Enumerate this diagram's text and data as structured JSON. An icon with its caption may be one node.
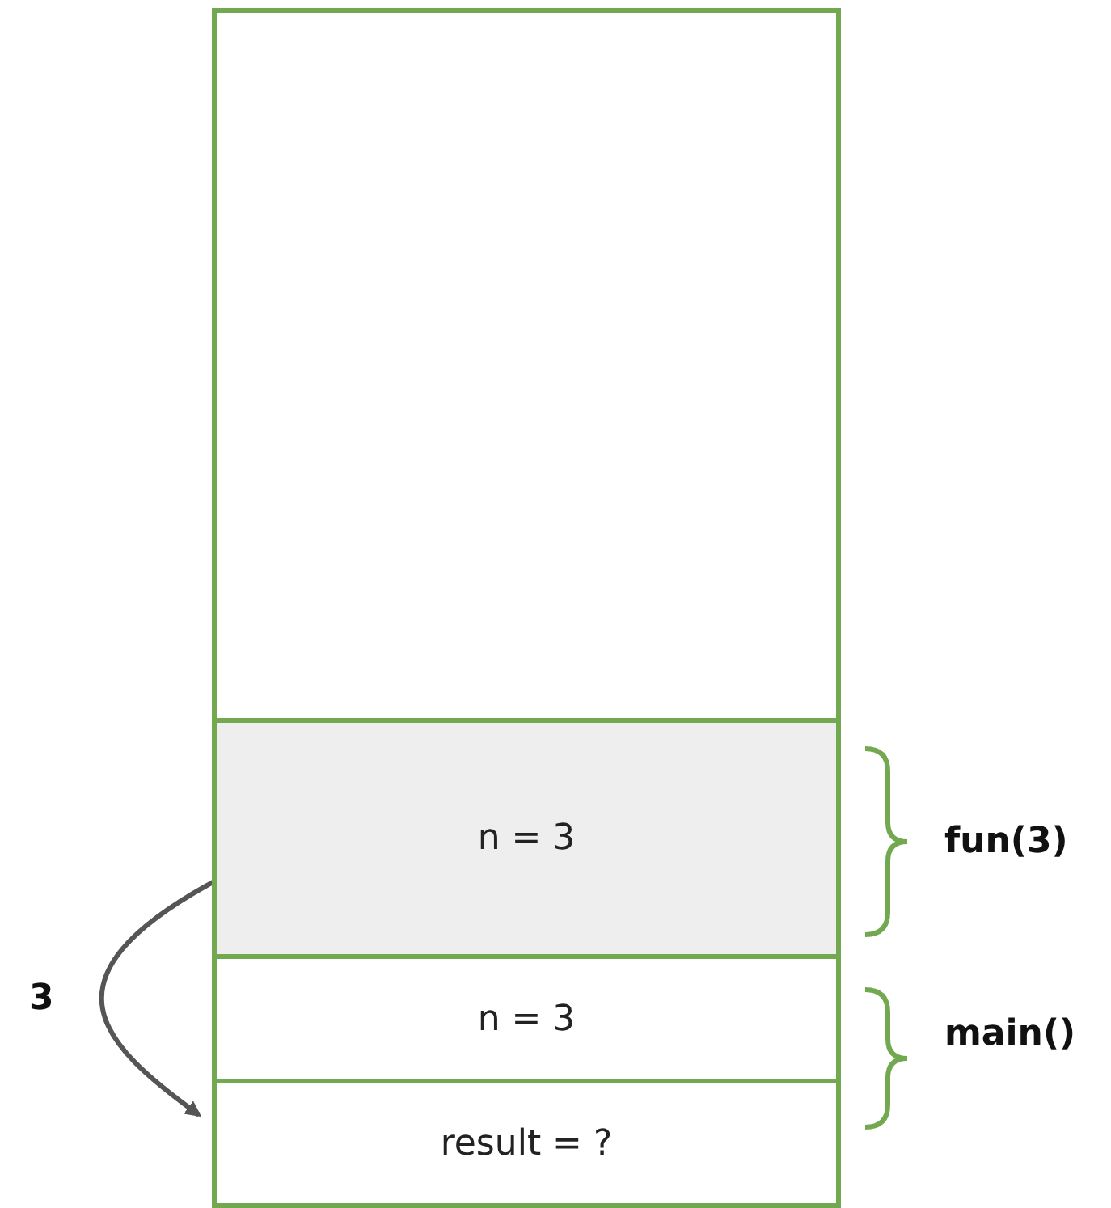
{
  "diagram": {
    "nodes": [
      {
        "text": [],
        "shape": "box"
      },
      {
        "text": [
          "n = 3"
        ],
        "in": 0,
        "beside": [
          "fun(3)"
        ]
      },
      {
        "text": [
          "n = 3"
        ],
        "in": 0
      },
      {
        "text": [
          "result = ?"
        ],
        "in": 0
      }
    ],
    "edges": [
      {
        "from": 1,
        "to": 3,
        "arrow": "to",
        "label": "3"
      }
    ],
    "labels": [
      "main()"
    ]
  }
}
